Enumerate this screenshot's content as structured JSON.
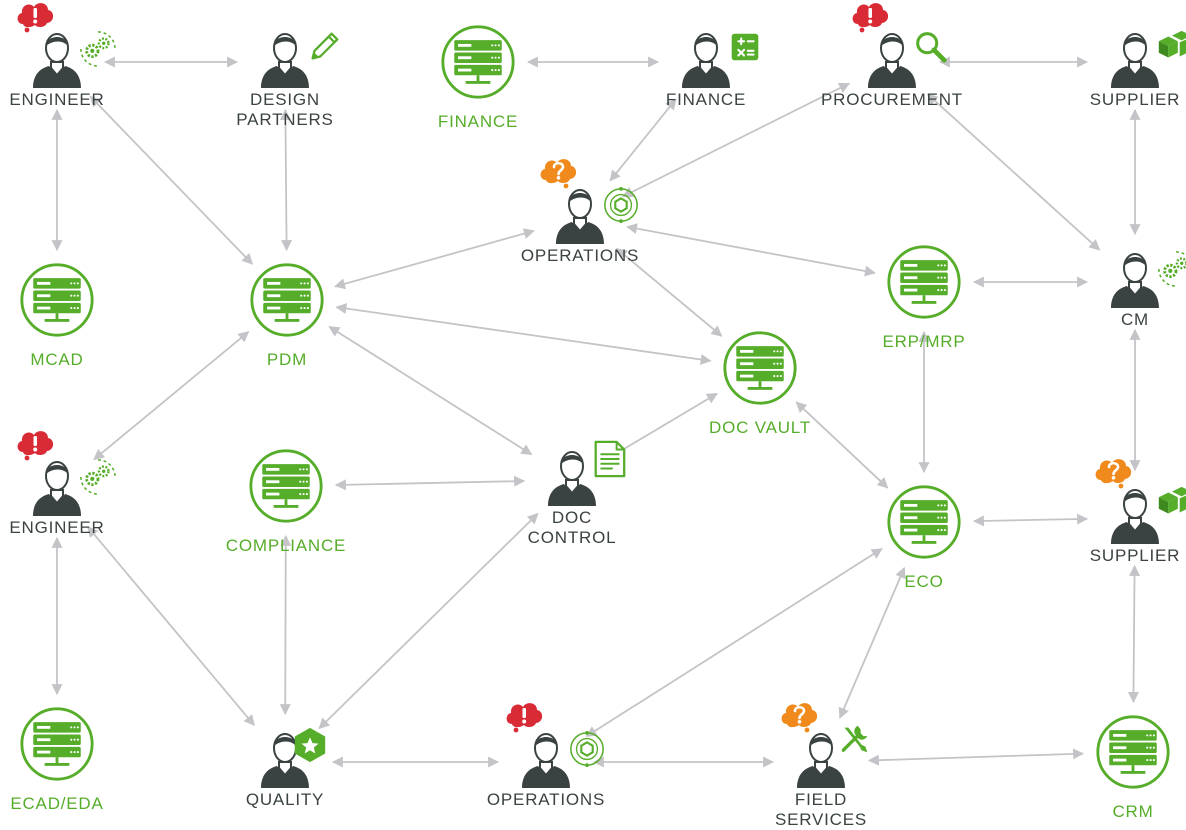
{
  "colors": {
    "green": "#56ad2a",
    "dark": "#3b4242",
    "arrow": "#c4c4c8",
    "alert": "#d92b36",
    "question": "#f08a1c"
  },
  "nodes": {
    "engineer_top": {
      "label": "ENGINEER",
      "type": "person",
      "badge": "alert",
      "icon": "gears-icon"
    },
    "design_partners": {
      "label": "DESIGN\nPARTNERS",
      "type": "person",
      "icon": "pencil-icon"
    },
    "finance_system": {
      "label": "FINANCE",
      "type": "system",
      "icon": "server-icon"
    },
    "finance_person": {
      "label": "FINANCE",
      "type": "person",
      "icon": "calculator-icon"
    },
    "procurement": {
      "label": "PROCUREMENT",
      "type": "person",
      "badge": "alert",
      "icon": "magnifier-icon"
    },
    "supplier_top": {
      "label": "SUPPLIER",
      "type": "person",
      "icon": "boxes-icon"
    },
    "operations_top": {
      "label": "OPERATIONS",
      "type": "person",
      "badge": "question",
      "icon": "gear-icon"
    },
    "mcad": {
      "label": "MCAD",
      "type": "system",
      "icon": "server-icon"
    },
    "pdm": {
      "label": "PDM",
      "type": "system",
      "icon": "server-icon"
    },
    "erp_mrp": {
      "label": "ERP/MRP",
      "type": "system",
      "icon": "server-icon"
    },
    "cm": {
      "label": "CM",
      "type": "person",
      "icon": "gears-icon"
    },
    "doc_vault": {
      "label": "DOC VAULT",
      "type": "system",
      "icon": "server-icon"
    },
    "engineer_mid": {
      "label": "ENGINEER",
      "type": "person",
      "badge": "alert",
      "icon": "gears-icon"
    },
    "compliance": {
      "label": "COMPLIANCE",
      "type": "system",
      "icon": "server-icon"
    },
    "doc_control": {
      "label": "DOC\nCONTROL",
      "type": "person",
      "icon": "document-icon"
    },
    "eco": {
      "label": "ECO",
      "type": "system",
      "icon": "server-icon"
    },
    "supplier_mid": {
      "label": "SUPPLIER",
      "type": "person",
      "badge": "question",
      "icon": "boxes-icon"
    },
    "ecad_eda": {
      "label": "ECAD/EDA",
      "type": "system",
      "icon": "server-icon"
    },
    "quality": {
      "label": "QUALITY",
      "type": "person",
      "icon": "badge-star-icon"
    },
    "operations_bottom": {
      "label": "OPERATIONS",
      "type": "person",
      "badge": "alert",
      "icon": "gear-icon"
    },
    "field_services": {
      "label": "FIELD\nSERVICES",
      "type": "person",
      "badge": "question",
      "icon": "wrench-icon"
    },
    "crm": {
      "label": "CRM",
      "type": "system",
      "icon": "server-icon"
    }
  },
  "connections": [
    [
      "engineer_top",
      "design_partners"
    ],
    [
      "engineer_top",
      "mcad"
    ],
    [
      "engineer_top",
      "pdm"
    ],
    [
      "design_partners",
      "pdm"
    ],
    [
      "finance_system",
      "finance_person"
    ],
    [
      "finance_person",
      "operations_top"
    ],
    [
      "procurement",
      "operations_top"
    ],
    [
      "procurement",
      "supplier_top"
    ],
    [
      "procurement",
      "cm"
    ],
    [
      "supplier_top",
      "cm"
    ],
    [
      "operations_top",
      "pdm"
    ],
    [
      "operations_top",
      "erp_mrp"
    ],
    [
      "operations_top",
      "doc_vault"
    ],
    [
      "erp_mrp",
      "cm"
    ],
    [
      "erp_mrp",
      "eco"
    ],
    [
      "cm",
      "supplier_mid"
    ],
    [
      "pdm",
      "doc_vault"
    ],
    [
      "pdm",
      "engineer_mid"
    ],
    [
      "pdm",
      "doc_control"
    ],
    [
      "doc_vault",
      "doc_control"
    ],
    [
      "doc_vault",
      "eco"
    ],
    [
      "engineer_mid",
      "ecad_eda"
    ],
    [
      "engineer_mid",
      "quality"
    ],
    [
      "compliance",
      "doc_control"
    ],
    [
      "compliance",
      "quality"
    ],
    [
      "doc_control",
      "quality"
    ],
    [
      "eco",
      "supplier_mid"
    ],
    [
      "eco",
      "operations_bottom"
    ],
    [
      "eco",
      "field_services"
    ],
    [
      "supplier_mid",
      "crm"
    ],
    [
      "quality",
      "operations_bottom"
    ],
    [
      "operations_bottom",
      "field_services"
    ],
    [
      "field_services",
      "crm"
    ]
  ]
}
